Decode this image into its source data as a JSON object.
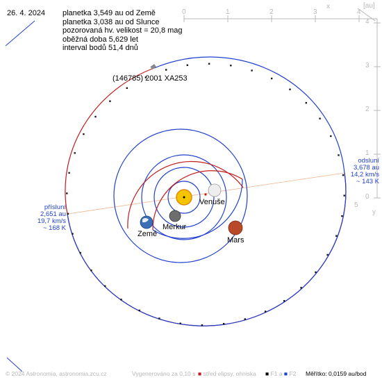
{
  "header": {
    "date": "26. 4. 2024",
    "info_lines": [
      "planetka 3,549 au od Země",
      "planetka 3,038 au od Slunce",
      "pozorovaná hv. velikost = 20,8 mag",
      "oběžná doba 5,629 let",
      "interval bodů 51,4 dnů"
    ]
  },
  "scale_bar": {
    "unit": "[au]",
    "ticks": [
      "0",
      "1",
      "2",
      "3",
      "4"
    ],
    "axis_x": "x",
    "axis_y": "y",
    "y_ticks": [
      "0",
      "1",
      "2",
      "3",
      "4",
      "5"
    ]
  },
  "asteroid": {
    "name": "(146785) 2001 XA253"
  },
  "planets": {
    "venus": "Venuše",
    "earth": "Země",
    "mercury": "Merkur",
    "mars": "Mars"
  },
  "perihelion": {
    "title": "přísluní",
    "distance": "2,651 au",
    "speed": "19,7 km/s",
    "temp": "~ 168 K"
  },
  "aphelion": {
    "title": "odsluní",
    "distance": "3,678 au",
    "speed": "14,2 km/s",
    "temp": "~ 143 K"
  },
  "footer": {
    "copyright": "© 2024 Astronomia, astronomia.zcu.cz",
    "generated": "Vygenerováno za 0,10 s",
    "legend_center": "střed elipsy, ohniska",
    "legend_f1": "F1",
    "legend_a": "a",
    "legend_f2": "F2",
    "scale": "Měřítko: 0,0159 au/bod"
  },
  "colors": {
    "orbit_blue": "#1f3fd0",
    "orbit_red": "#c21a1a",
    "apsis_line": "#f0b48c",
    "sun": "#f5c400",
    "grid_gray": "#b8b8b8"
  }
}
